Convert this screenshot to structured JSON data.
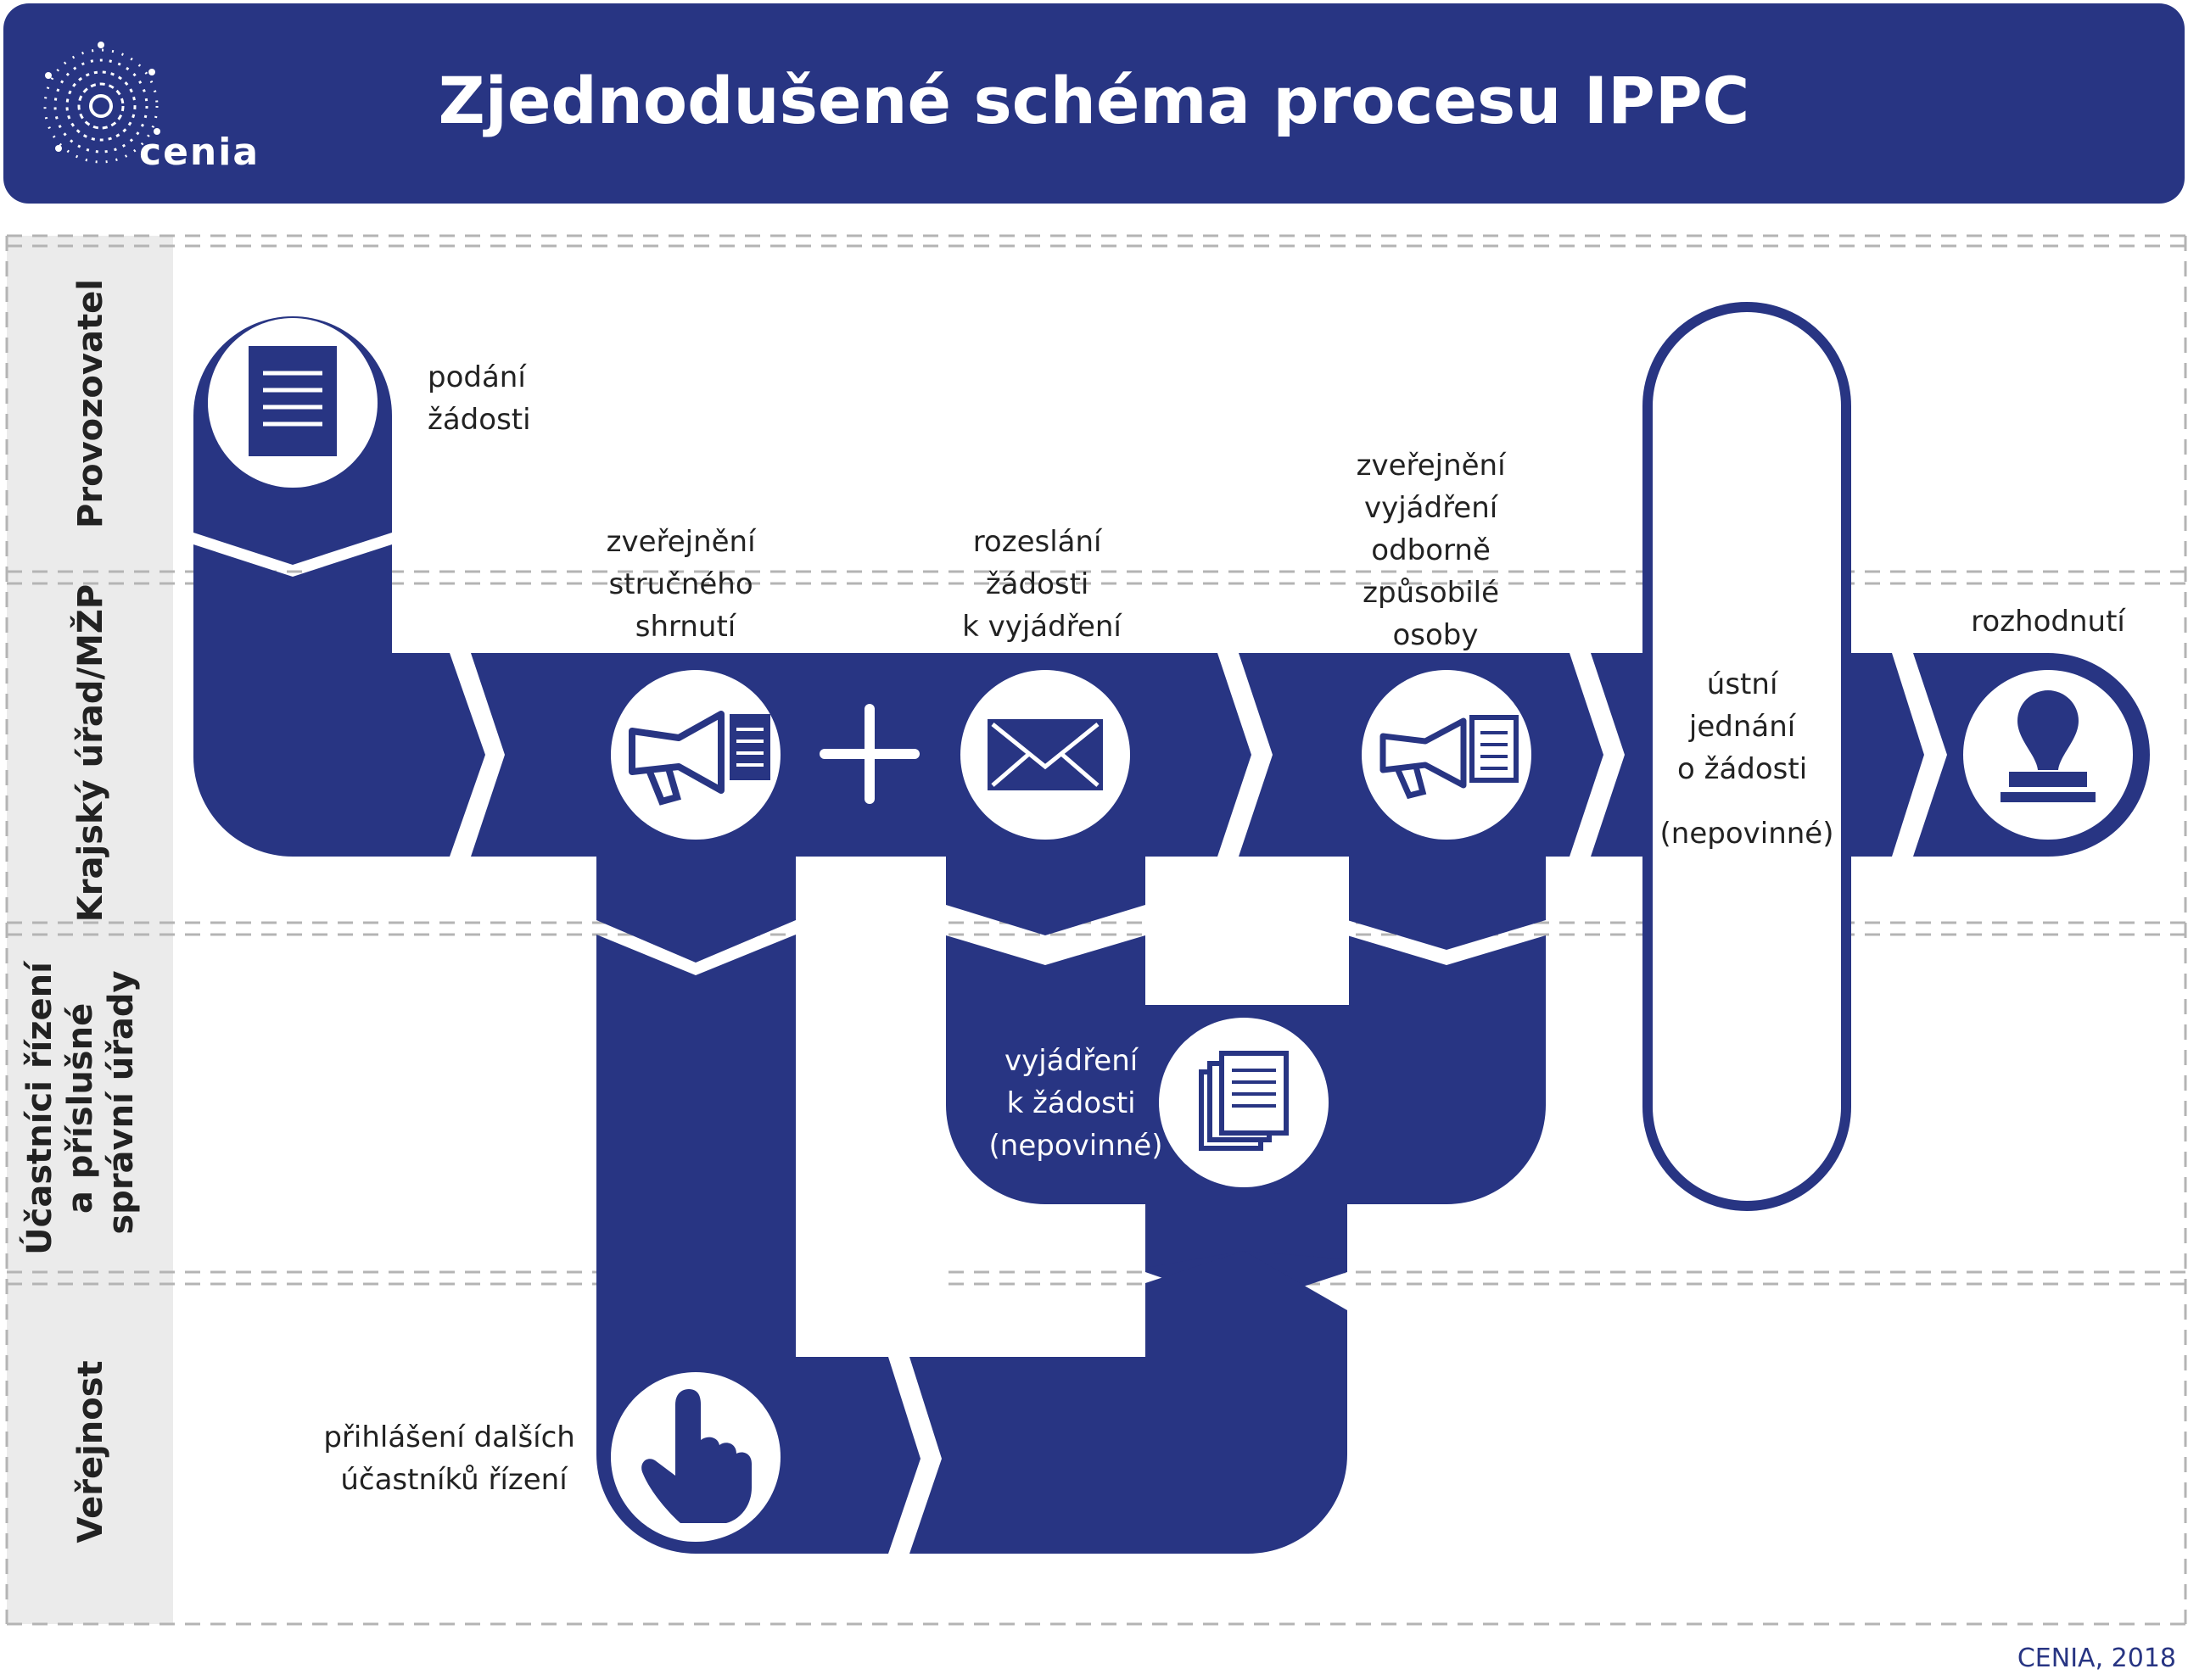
{
  "header": {
    "title": "Zjednodušené schéma procesu IPPC",
    "brand": "cenia"
  },
  "lanes": [
    {
      "label": "Provozovatel"
    },
    {
      "label": "Krajský úřad/MŽP"
    },
    {
      "label_lines": [
        "Účastníci řízení",
        "a příslušné",
        "správní úřady"
      ]
    },
    {
      "label": "Veřejnost"
    }
  ],
  "steps": {
    "application": {
      "lines": [
        "podání",
        "žádosti"
      ]
    },
    "summary": {
      "lines": [
        "zveřejnění",
        "stručného",
        "shrnutí"
      ]
    },
    "distribution": {
      "lines": [
        "rozeslání",
        "žádosti",
        "k vyjádření"
      ]
    },
    "expert_opinion": {
      "lines": [
        "zveřejnění",
        "vyjádření",
        "odborně",
        "způsobilé",
        "osoby"
      ]
    },
    "decision": {
      "lines": [
        "rozhodnutí"
      ]
    },
    "hearing": {
      "lines": [
        "ústní",
        "jednání",
        "o žádosti",
        "(nepovinné)"
      ]
    },
    "statement": {
      "lines": [
        "vyjádření",
        "k žádosti",
        "(nepovinné)"
      ]
    },
    "registration": {
      "lines": [
        "přihlášení dalších",
        "účastníků řízení"
      ]
    }
  },
  "credit": "CENIA, 2018",
  "colors": {
    "primary": "#283583",
    "lane_bg": "#ebebeb",
    "divider": "#b4b4b4"
  },
  "icons": [
    "document-icon",
    "megaphone-icon",
    "plus-icon",
    "envelope-icon",
    "stamp-icon",
    "documents-stack-icon",
    "pointing-hand-icon",
    "cenia-logo"
  ]
}
